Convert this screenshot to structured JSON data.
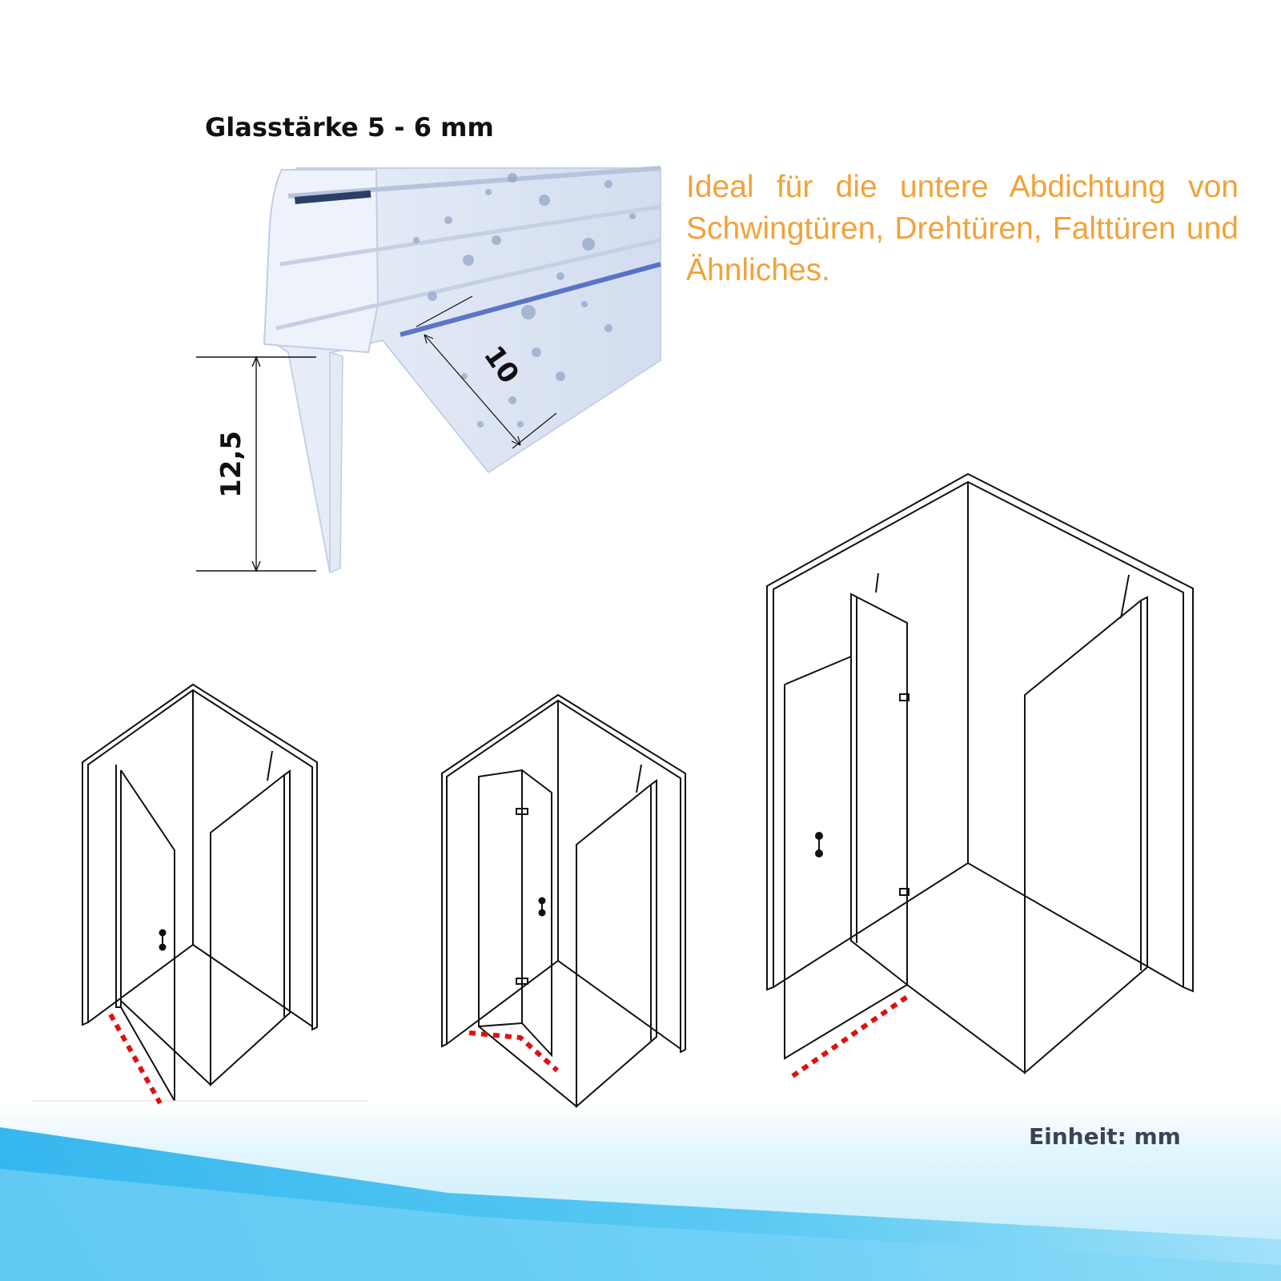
{
  "heading": "Glasstärke 5 - 6 mm",
  "description": "Ideal für die untere Abdichtung von Schwingtüren, Drehtüren, Falttüren und Ähnliches.",
  "dimensions": {
    "height": "12,5",
    "depth": "10"
  },
  "unit_label": "Einheit: mm",
  "colors": {
    "description_text": "#f2a23a",
    "seal_mark": "#e01010",
    "profile_tint": "#dce6f5",
    "profile_accent": "#2f4fb8",
    "footer_wave": "#2fb7ee"
  },
  "illustrations": [
    "swing-door-enclosure",
    "folding-door-enclosure",
    "hinged-door-enclosure"
  ]
}
